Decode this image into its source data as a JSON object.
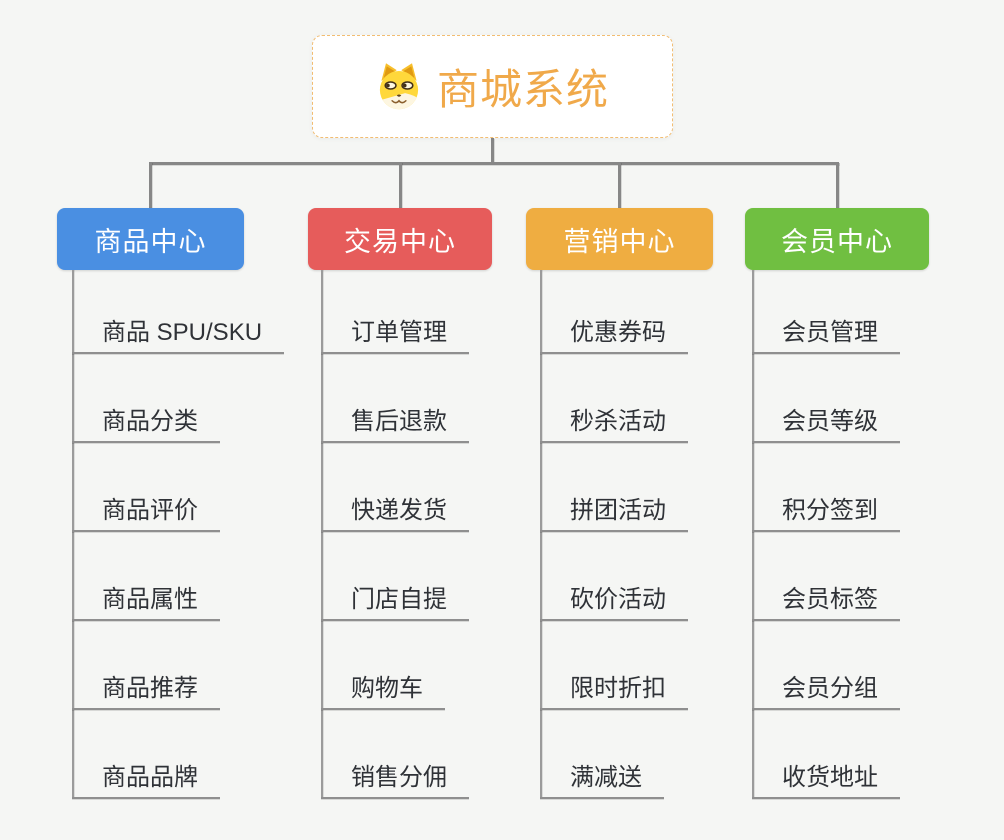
{
  "root": {
    "title": "商城系统",
    "icon": "doge-icon"
  },
  "branches": [
    {
      "label": "商品中心",
      "color": "#4a8fe2",
      "items": [
        "商品 SPU/SKU",
        "商品分类",
        "商品评价",
        "商品属性",
        "商品推荐",
        "商品品牌"
      ]
    },
    {
      "label": "交易中心",
      "color": "#e65c5b",
      "items": [
        "订单管理",
        "售后退款",
        "快递发货",
        "门店自提",
        "购物车",
        "销售分佣"
      ]
    },
    {
      "label": "营销中心",
      "color": "#efad41",
      "items": [
        "优惠券码",
        "秒杀活动",
        "拼团活动",
        "砍价活动",
        "限时折扣",
        "满减送"
      ]
    },
    {
      "label": "会员中心",
      "color": "#70bf41",
      "items": [
        "会员管理",
        "会员等级",
        "积分签到",
        "会员标签",
        "会员分组",
        "收货地址"
      ]
    }
  ],
  "colors": {
    "title_text": "#f0a94a",
    "leaf_text": "#2f3237",
    "connector": "#878787",
    "leaf_line": "#8f8f8f",
    "background": "#f5f6f4"
  }
}
